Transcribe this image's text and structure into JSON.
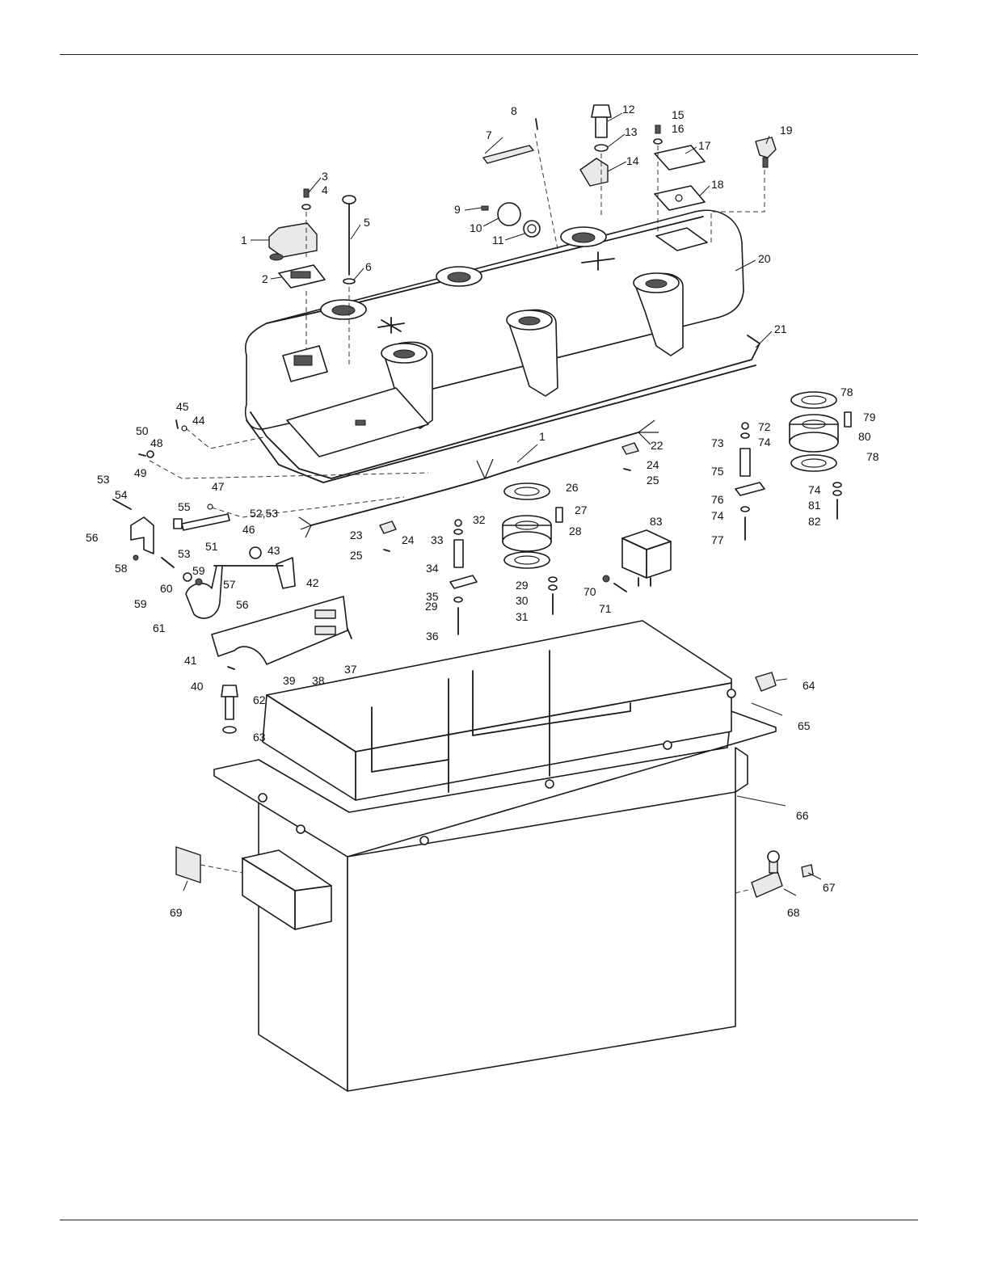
{
  "colors": {
    "ink": "#1a1a1a",
    "paper": "#ffffff"
  },
  "callouts": [
    {
      "id": "c1a",
      "text": "1"
    },
    {
      "id": "c1b",
      "text": "1"
    },
    {
      "id": "c2",
      "text": "2"
    },
    {
      "id": "c3",
      "text": "3"
    },
    {
      "id": "c4",
      "text": "4"
    },
    {
      "id": "c5",
      "text": "5"
    },
    {
      "id": "c6",
      "text": "6"
    },
    {
      "id": "c7",
      "text": "7"
    },
    {
      "id": "c8",
      "text": "8"
    },
    {
      "id": "c9",
      "text": "9"
    },
    {
      "id": "c10",
      "text": "10"
    },
    {
      "id": "c11",
      "text": "11"
    },
    {
      "id": "c12",
      "text": "12"
    },
    {
      "id": "c13",
      "text": "13"
    },
    {
      "id": "c14",
      "text": "14"
    },
    {
      "id": "c15",
      "text": "15"
    },
    {
      "id": "c16",
      "text": "16"
    },
    {
      "id": "c17",
      "text": "17"
    },
    {
      "id": "c18",
      "text": "18"
    },
    {
      "id": "c19",
      "text": "19"
    },
    {
      "id": "c20",
      "text": "20"
    },
    {
      "id": "c21",
      "text": "21"
    },
    {
      "id": "c22",
      "text": "22"
    },
    {
      "id": "c23",
      "text": "23"
    },
    {
      "id": "c24a",
      "text": "24"
    },
    {
      "id": "c24b",
      "text": "24"
    },
    {
      "id": "c25a",
      "text": "25"
    },
    {
      "id": "c25b",
      "text": "25"
    },
    {
      "id": "c26",
      "text": "26"
    },
    {
      "id": "c27",
      "text": "27"
    },
    {
      "id": "c28",
      "text": "28"
    },
    {
      "id": "c29a",
      "text": "29"
    },
    {
      "id": "c29b",
      "text": "29"
    },
    {
      "id": "c30",
      "text": "30"
    },
    {
      "id": "c31",
      "text": "31"
    },
    {
      "id": "c32",
      "text": "32"
    },
    {
      "id": "c33",
      "text": "33"
    },
    {
      "id": "c34",
      "text": "34"
    },
    {
      "id": "c35",
      "text": "35"
    },
    {
      "id": "c36",
      "text": "36"
    },
    {
      "id": "c37",
      "text": "37"
    },
    {
      "id": "c38",
      "text": "38"
    },
    {
      "id": "c39",
      "text": "39"
    },
    {
      "id": "c40",
      "text": "40"
    },
    {
      "id": "c41",
      "text": "41"
    },
    {
      "id": "c42",
      "text": "42"
    },
    {
      "id": "c43",
      "text": "43"
    },
    {
      "id": "c44",
      "text": "44"
    },
    {
      "id": "c45",
      "text": "45"
    },
    {
      "id": "c46",
      "text": "46"
    },
    {
      "id": "c47",
      "text": "47"
    },
    {
      "id": "c48",
      "text": "48"
    },
    {
      "id": "c49",
      "text": "49"
    },
    {
      "id": "c50",
      "text": "50"
    },
    {
      "id": "c51",
      "text": "51"
    },
    {
      "id": "c52",
      "text": "52,53"
    },
    {
      "id": "c53a",
      "text": "53"
    },
    {
      "id": "c53b",
      "text": "53"
    },
    {
      "id": "c54",
      "text": "54"
    },
    {
      "id": "c55",
      "text": "55"
    },
    {
      "id": "c56a",
      "text": "56"
    },
    {
      "id": "c56b",
      "text": "56"
    },
    {
      "id": "c57",
      "text": "57"
    },
    {
      "id": "c58",
      "text": "58"
    },
    {
      "id": "c59a",
      "text": "59"
    },
    {
      "id": "c59b",
      "text": "59"
    },
    {
      "id": "c60",
      "text": "60"
    },
    {
      "id": "c61",
      "text": "61"
    },
    {
      "id": "c62",
      "text": "62"
    },
    {
      "id": "c63",
      "text": "63"
    },
    {
      "id": "c64",
      "text": "64"
    },
    {
      "id": "c65",
      "text": "65"
    },
    {
      "id": "c66",
      "text": "66"
    },
    {
      "id": "c67",
      "text": "67"
    },
    {
      "id": "c68",
      "text": "68"
    },
    {
      "id": "c69",
      "text": "69"
    },
    {
      "id": "c70",
      "text": "70"
    },
    {
      "id": "c71",
      "text": "71"
    },
    {
      "id": "c72",
      "text": "72"
    },
    {
      "id": "c73",
      "text": "73"
    },
    {
      "id": "c74a",
      "text": "74"
    },
    {
      "id": "c74b",
      "text": "74"
    },
    {
      "id": "c74c",
      "text": "74"
    },
    {
      "id": "c75",
      "text": "75"
    },
    {
      "id": "c76",
      "text": "76"
    },
    {
      "id": "c77",
      "text": "77"
    },
    {
      "id": "c78a",
      "text": "78"
    },
    {
      "id": "c78b",
      "text": "78"
    },
    {
      "id": "c79",
      "text": "79"
    },
    {
      "id": "c80",
      "text": "80"
    },
    {
      "id": "c81",
      "text": "81"
    },
    {
      "id": "c82",
      "text": "82"
    },
    {
      "id": "c83",
      "text": "83"
    }
  ]
}
